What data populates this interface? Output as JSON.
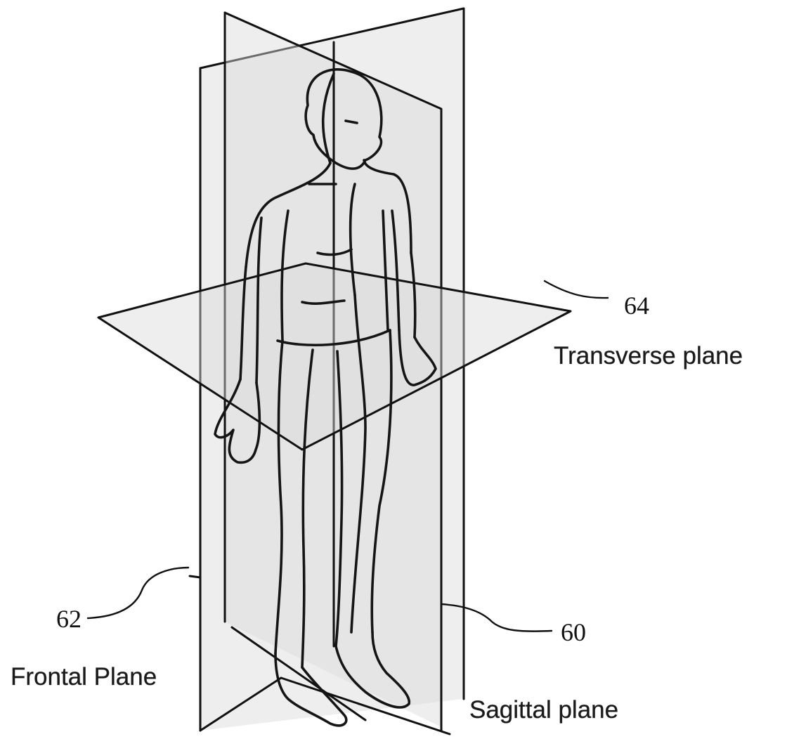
{
  "labels": {
    "transverse_ref": "64",
    "transverse_name": "Transverse plane",
    "frontal_ref": "62",
    "frontal_name": "Frontal Plane",
    "sagittal_ref": "60",
    "sagittal_name": "Sagittal plane"
  }
}
